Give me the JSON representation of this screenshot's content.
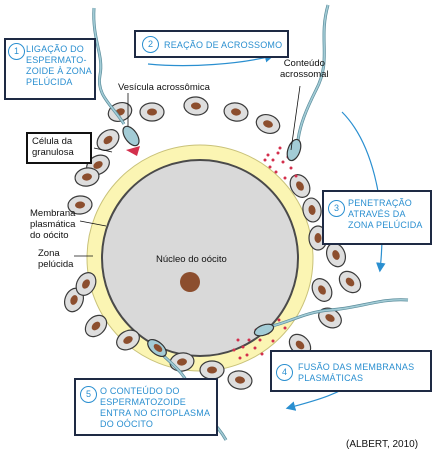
{
  "labels": {
    "vesicula": "Vesícula acrossômica",
    "conteudo": "Conteúdo\nacrossomal",
    "celula": "Célula da\ngranulosa",
    "membrana": "Membrana\nplasmática\ndo oócito",
    "zona": "Zona\npelúcida",
    "nucleo": "Núcleo do oócito"
  },
  "steps": [
    {
      "num": "1",
      "text": "LIGAÇÃO DO\nESPERMATO-\nZOIDE À ZONA\nPELÚCIDA"
    },
    {
      "num": "2",
      "text": "REAÇÃO DE ACROSSOMO"
    },
    {
      "num": "3",
      "text": "PENETRAÇÃO\nATRAVÉS DA\nZONA PELÚCIDA"
    },
    {
      "num": "4",
      "text": "FUSÃO DAS MEMBRANAS\nPLASMÁTICAS"
    },
    {
      "num": "5",
      "text": "O CONTEÚDO DO\nESPERMATOZOIDE\nENTRA NO CITOPLASMA\nDO OÓCITO"
    }
  ],
  "credit": "(ALBERT, 2010)",
  "colors": {
    "zona": "#fbf5b3",
    "oocyte": "#d9d9d9",
    "cell": "#dedede",
    "cell_nucleus": "#8c4e2e",
    "sperm": "#a3ccd6",
    "accent": "#2a8fd0",
    "acrosome": "#d32f4c"
  }
}
